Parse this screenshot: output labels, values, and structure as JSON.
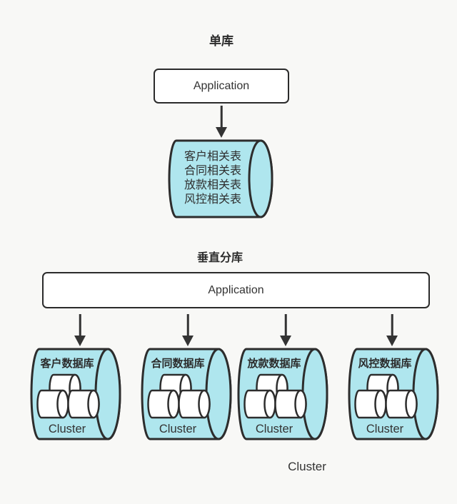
{
  "colors": {
    "background": "#f8f8f6",
    "cylinder_fill": "#afe6ee",
    "stroke": "#2d2d2d",
    "box_fill": "#ffffff"
  },
  "single_section": {
    "title": "单库",
    "application_label": "Application",
    "database": {
      "tables": [
        "客户相关表",
        "合同相关表",
        "放款相关表",
        "风控相关表"
      ]
    }
  },
  "vertical_section": {
    "title": "垂直分库",
    "application_label": "Application",
    "databases": [
      {
        "name": "客户数据库",
        "cluster_label": "Cluster"
      },
      {
        "name": "合同数据库",
        "cluster_label": "Cluster"
      },
      {
        "name": "放款数据库",
        "cluster_label": "Cluster"
      },
      {
        "name": "风控数据库",
        "cluster_label": "Cluster"
      }
    ],
    "footer_cluster_label": "Cluster"
  }
}
